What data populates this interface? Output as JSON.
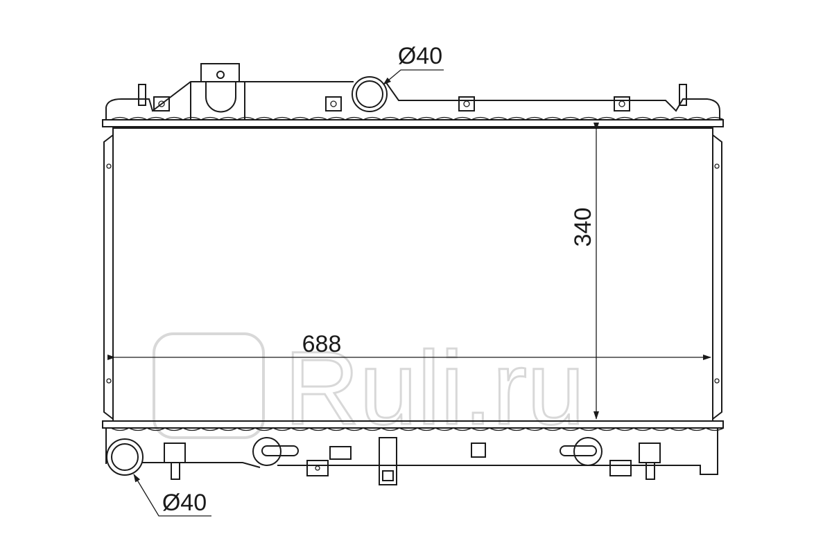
{
  "diagram": {
    "title": "Radiator dimensional drawing",
    "dimensions": {
      "width_label": "688",
      "height_label": "340",
      "top_outlet_label": "Ø40",
      "bottom_outlet_label": "Ø40"
    },
    "watermark": "Ruli.ru",
    "colors": {
      "line": "#1a1a1a",
      "watermark": "#d8d8d8"
    }
  }
}
